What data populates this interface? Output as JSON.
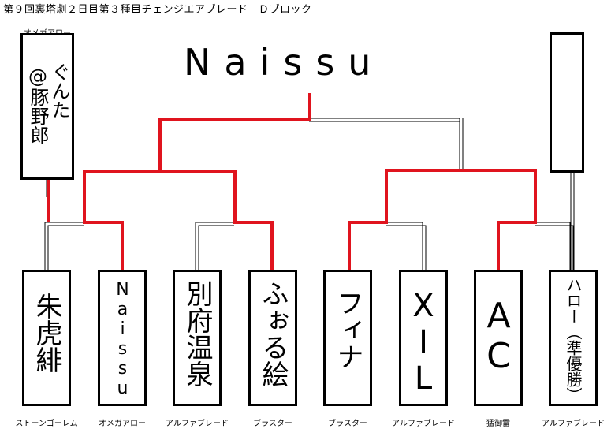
{
  "title": "第９回裏塔劇２日目第３種目チェンジエアブレード　Ｄブロック",
  "winner": "Naissu",
  "seed_top": {
    "style": "オメガアロー",
    "name_col1": "ぐんた",
    "name_col2": "@豚野郎"
  },
  "seed_right": {
    "name": ""
  },
  "players": [
    {
      "name": "朱虎緋",
      "style": "ストーンゴーレム"
    },
    {
      "name": "Naissu",
      "style": "オメガアロー"
    },
    {
      "name": "別府温泉",
      "style": "アルファブレード"
    },
    {
      "name": "ふぉる絵",
      "style": "ブラスター"
    },
    {
      "name": "フィナ",
      "style": "ブラスター"
    },
    {
      "name": "XIL",
      "style": "アルファブレード"
    },
    {
      "name": "AC",
      "style": "猛御雷"
    },
    {
      "name": "ハロー（準優勝）",
      "style": "アルファブレード"
    }
  ],
  "colors": {
    "win_line": "#e0141e",
    "line": "#000000"
  }
}
